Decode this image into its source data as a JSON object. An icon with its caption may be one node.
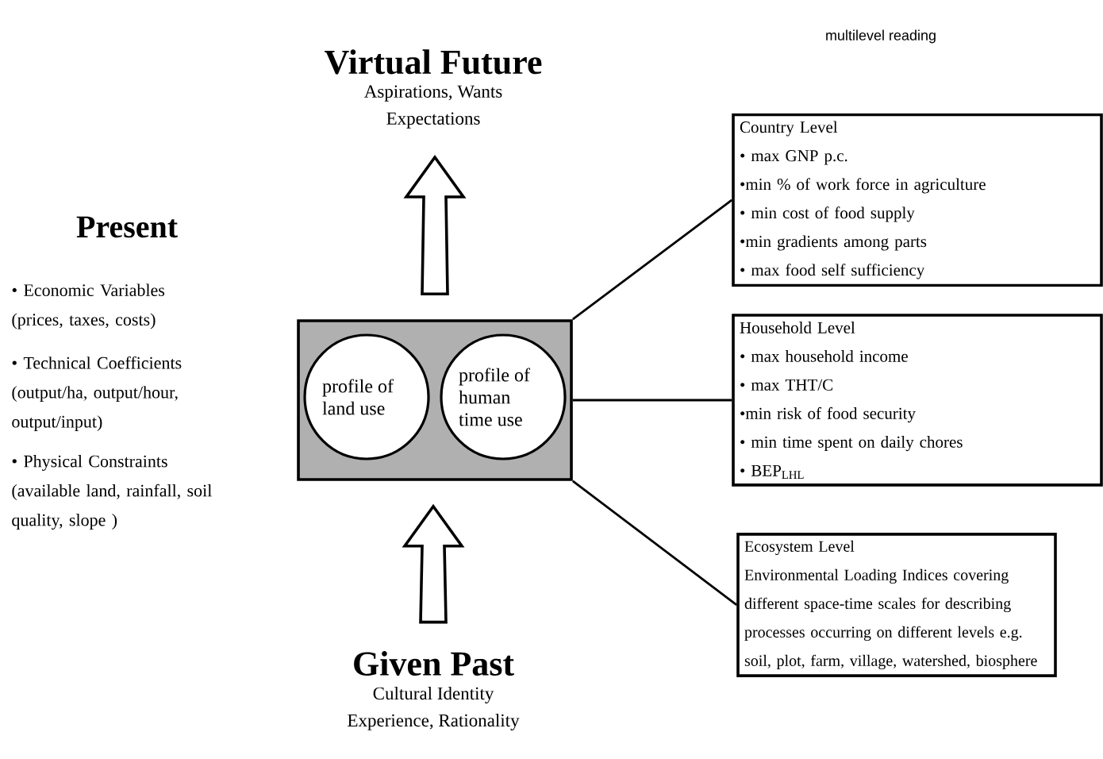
{
  "diagram": {
    "nodes": [
      {
        "text": [],
        "shape": "box"
      },
      {
        "text": [
          "profile of land use"
        ],
        "in": 0
      },
      {
        "text": [
          "profile of human time use"
        ],
        "in": 0
      },
      {
        "text": [
          "Country Level",
          "• max GNP p.c.",
          "•min % of work force in agriculture",
          "• min cost of food supply",
          "•min gradients among parts",
          "• max food self sufficiency"
        ]
      },
      {
        "text": [
          "Household Level",
          "• max household income",
          "• max THT/C",
          "•min risk of food security",
          "• min time spent on daily chores",
          "• BEP$_{LHL}$"
        ]
      },
      {
        "text": [
          "Ecosystem Level",
          "Environmental Loading Indices covering different space-time scales for describing processes occurring on different levels e.g. soil, plot, farm, village, watershed, biosphere"
        ]
      },
      {
        "text": [
          "Virtual Future",
          "Aspirations, Wants Expectations"
        ]
      },
      {
        "text": [
          "Given Past",
          "Cultural Identity Experience, Rationality"
        ]
      }
    ],
    "edges": [
      {
        "from": 0,
        "to": 6,
        "arrow": "to",
        "style": "thick"
      },
      {
        "from": 7,
        "to": 0,
        "arrow": "to",
        "style": "thick"
      },
      {
        "from": 0,
        "to": 3,
        "arrow": "none"
      },
      {
        "from": 0,
        "to": 4,
        "arrow": "none"
      },
      {
        "from": 0,
        "to": 5,
        "arrow": "none"
      }
    ],
    "labels": [
      "multilevel reading",
      "Present",
      "• Economic Variables (prices, taxes, costs)",
      "• Technical Coefficients (output/ha, output/hour, output/input)",
      "• Physical Constraints (available land, rainfall, soil quality, slope )"
    ]
  }
}
